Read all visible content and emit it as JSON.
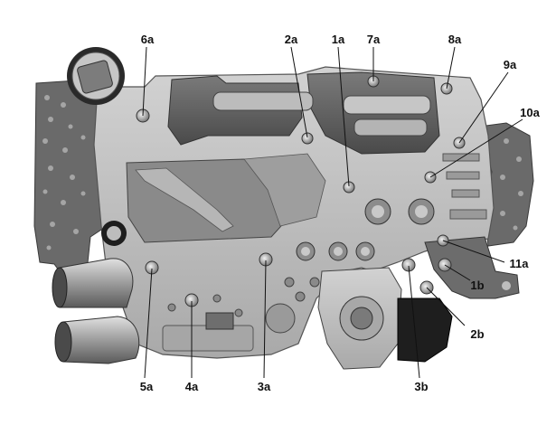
{
  "figure": {
    "background": "#ffffff",
    "body_colors": {
      "light": "#c8c8c8",
      "mid": "#9a9a9a",
      "dark": "#5c5c5c",
      "plate": "#6a6a6a",
      "black": "#1e1e1e"
    },
    "callouts": [
      {
        "id": "6a",
        "label": "6a"
      },
      {
        "id": "2a",
        "label": "2a"
      },
      {
        "id": "1a",
        "label": "1a"
      },
      {
        "id": "7a",
        "label": "7a"
      },
      {
        "id": "8a",
        "label": "8a"
      },
      {
        "id": "9a",
        "label": "9a"
      },
      {
        "id": "10a",
        "label": "10a"
      },
      {
        "id": "11a",
        "label": "11a"
      },
      {
        "id": "1b",
        "label": "1b"
      },
      {
        "id": "2b",
        "label": "2b"
      },
      {
        "id": "3b",
        "label": "3b"
      },
      {
        "id": "3a",
        "label": "3a"
      },
      {
        "id": "4a",
        "label": "4a"
      },
      {
        "id": "5a",
        "label": "5a"
      }
    ]
  }
}
